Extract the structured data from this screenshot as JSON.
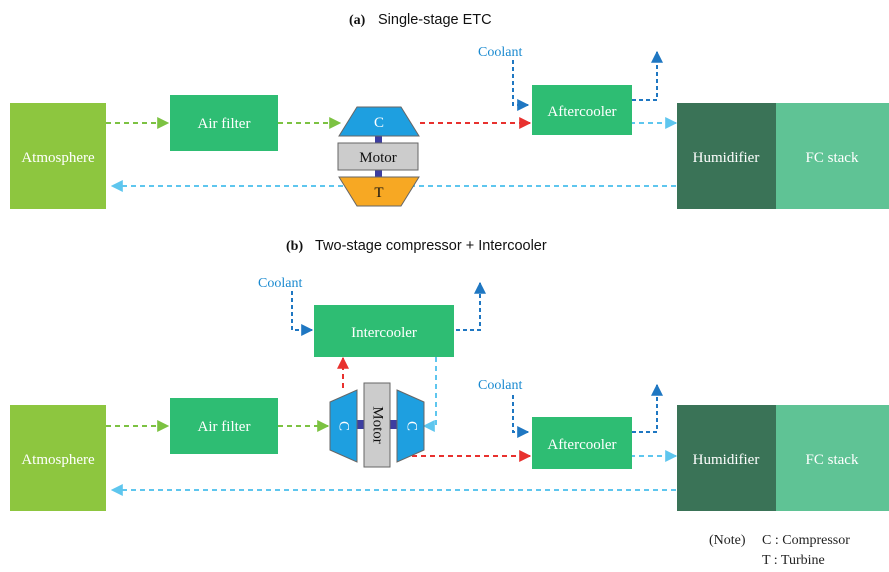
{
  "titles": {
    "a_tag": "(a)",
    "a_text": "Single-stage ETC",
    "b_tag": "(b)",
    "b_text": "Two-stage compressor + Intercooler"
  },
  "labels": {
    "atmosphere": "Atmosphere",
    "air_filter": "Air filter",
    "aftercooler": "Aftercooler",
    "intercooler": "Intercooler",
    "humidifier": "Humidifier",
    "fc_stack": "FC stack",
    "coolant": "Coolant",
    "compressor_short": "C",
    "turbine_short": "T",
    "motor": "Motor"
  },
  "note": {
    "prefix": "(Note)",
    "line1": "C : Compressor",
    "line2": "T : Turbine"
  },
  "colors": {
    "atmosphere": "#8dc63f",
    "component": "#2ebd73",
    "humidifier": "#3a7357",
    "fc_stack": "#5fc395",
    "compressor": "#1e9fe0",
    "turbine": "#f7a823",
    "motor": "#cccccc",
    "shaft": "#3d3ea0"
  }
}
